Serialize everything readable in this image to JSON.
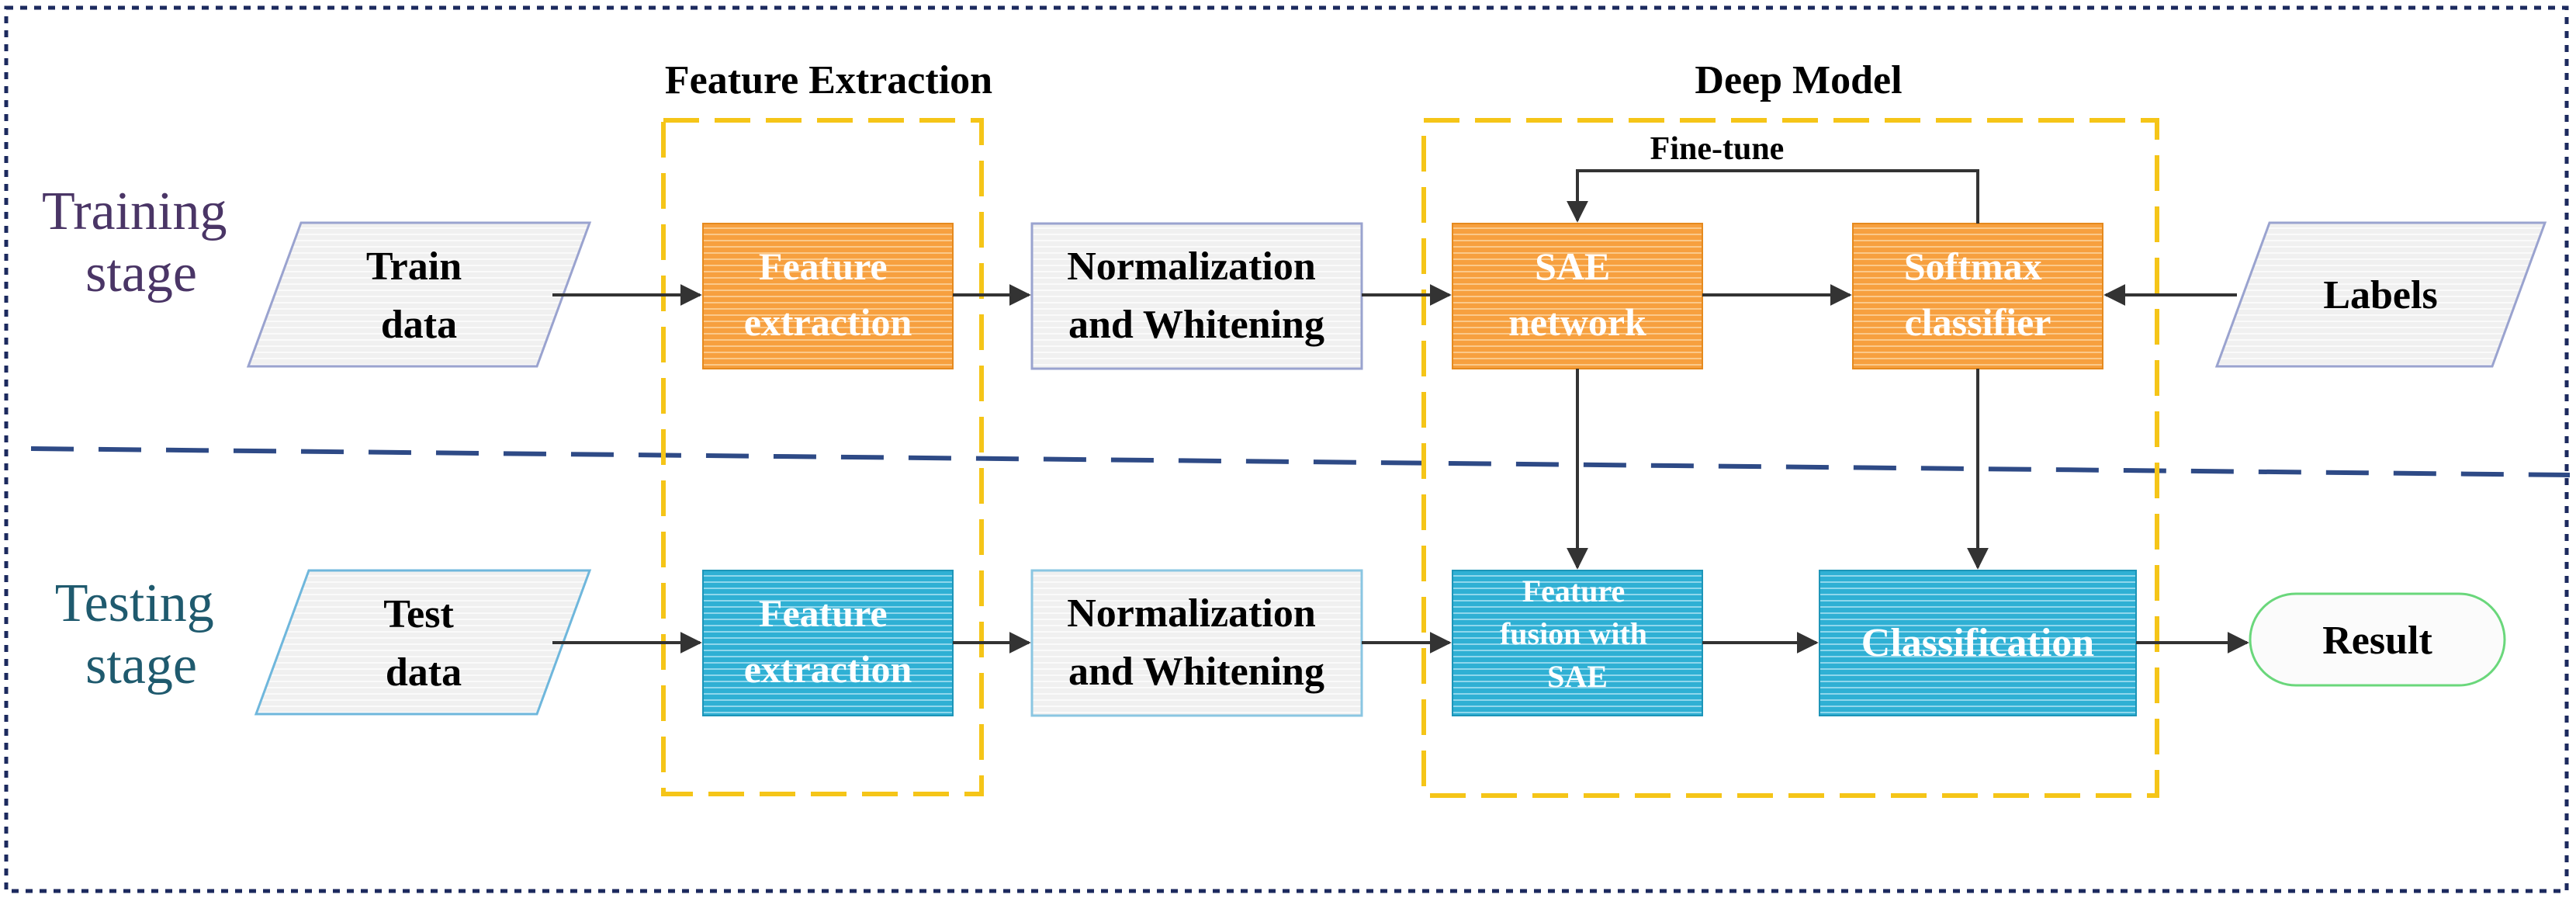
{
  "stages": {
    "training": [
      "Training",
      "stage"
    ],
    "testing": [
      "Testing",
      "stage"
    ]
  },
  "groups": {
    "feature_extraction": "Feature Extraction",
    "deep_model": "Deep Model"
  },
  "nodes": {
    "train_data": [
      "Train",
      "data"
    ],
    "test_data": [
      "Test",
      "data"
    ],
    "feature_extraction_train": [
      "Feature",
      "extraction"
    ],
    "feature_extraction_test": [
      "Feature",
      "extraction"
    ],
    "normalization_train": [
      "Normalization",
      "and Whitening"
    ],
    "normalization_test": [
      "Normalization",
      "and Whitening"
    ],
    "sae_network": [
      "SAE",
      "network"
    ],
    "softmax_classifier": [
      "Softmax",
      "classifier"
    ],
    "labels": "Labels",
    "feature_fusion": [
      "Feature",
      "fusion with",
      "SAE"
    ],
    "classification": "Classification",
    "result": "Result"
  },
  "edges": {
    "fine_tune": "Fine-tune"
  },
  "colors": {
    "frame": "#1c2a5e",
    "divider": "#2e4a86",
    "group_border": "#f5c518",
    "orange": "#f7a03f",
    "cyan": "#32b3d6",
    "light_box_fill": "#f1f1f1",
    "light_box_border": "#9aa3cf",
    "result_border": "#6ad77b",
    "training_text": "#4a3566",
    "testing_text": "#1f5a6e",
    "arrow": "#333333"
  }
}
